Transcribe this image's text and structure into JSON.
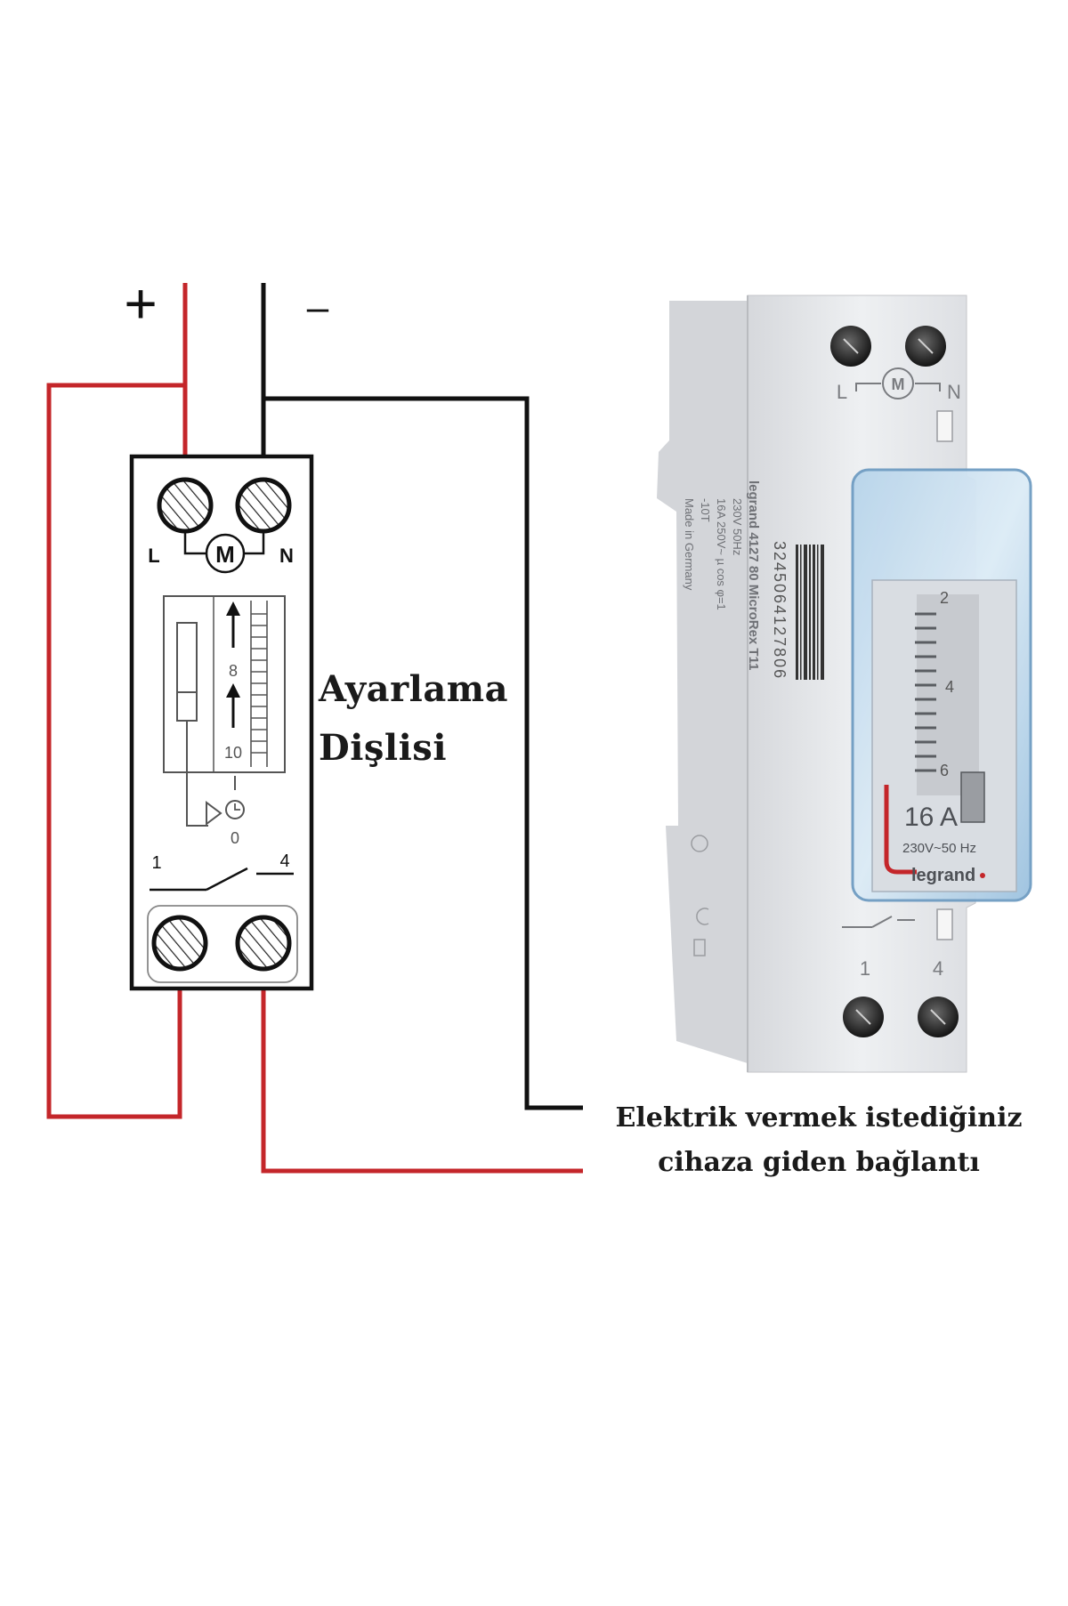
{
  "diagram": {
    "polarity": {
      "plus": "+",
      "minus": "–"
    },
    "schematic": {
      "terminal_left_label": "L",
      "terminal_right_label": "N",
      "motor_label": "M",
      "dial_marks": [
        "8",
        "10"
      ],
      "dial_zero": "0",
      "switch_left_label": "1",
      "switch_right_label": "4"
    },
    "annotations": {
      "gear_line1": "Ayarlama",
      "gear_line2": "Dişlisi",
      "device_line1": "Elektrik vermek istediğiniz",
      "device_line2": "cihaza giden bağlantı"
    },
    "photo": {
      "terminal_left_label": "L",
      "terminal_right_label": "N",
      "motor_label": "M",
      "brand": "legrand",
      "side_text": [
        "legrand  4127 80 MicroRex T11",
        "230V 50Hz",
        "16A 250V~ µ  cos φ=1",
        "-10T",
        "Made in Germany"
      ],
      "barcode_number": "3245064127806",
      "dial_numbers": [
        "2",
        "4",
        "6"
      ],
      "rating": "16 A",
      "voltage": "230V~50 Hz",
      "switch_left_label": "1",
      "switch_right_label": "4"
    },
    "colors": {
      "wire_red": "#c4262a",
      "wire_black": "#111111",
      "device_body": "#e9eaed",
      "cover_blue": "#8fb6d6"
    }
  }
}
